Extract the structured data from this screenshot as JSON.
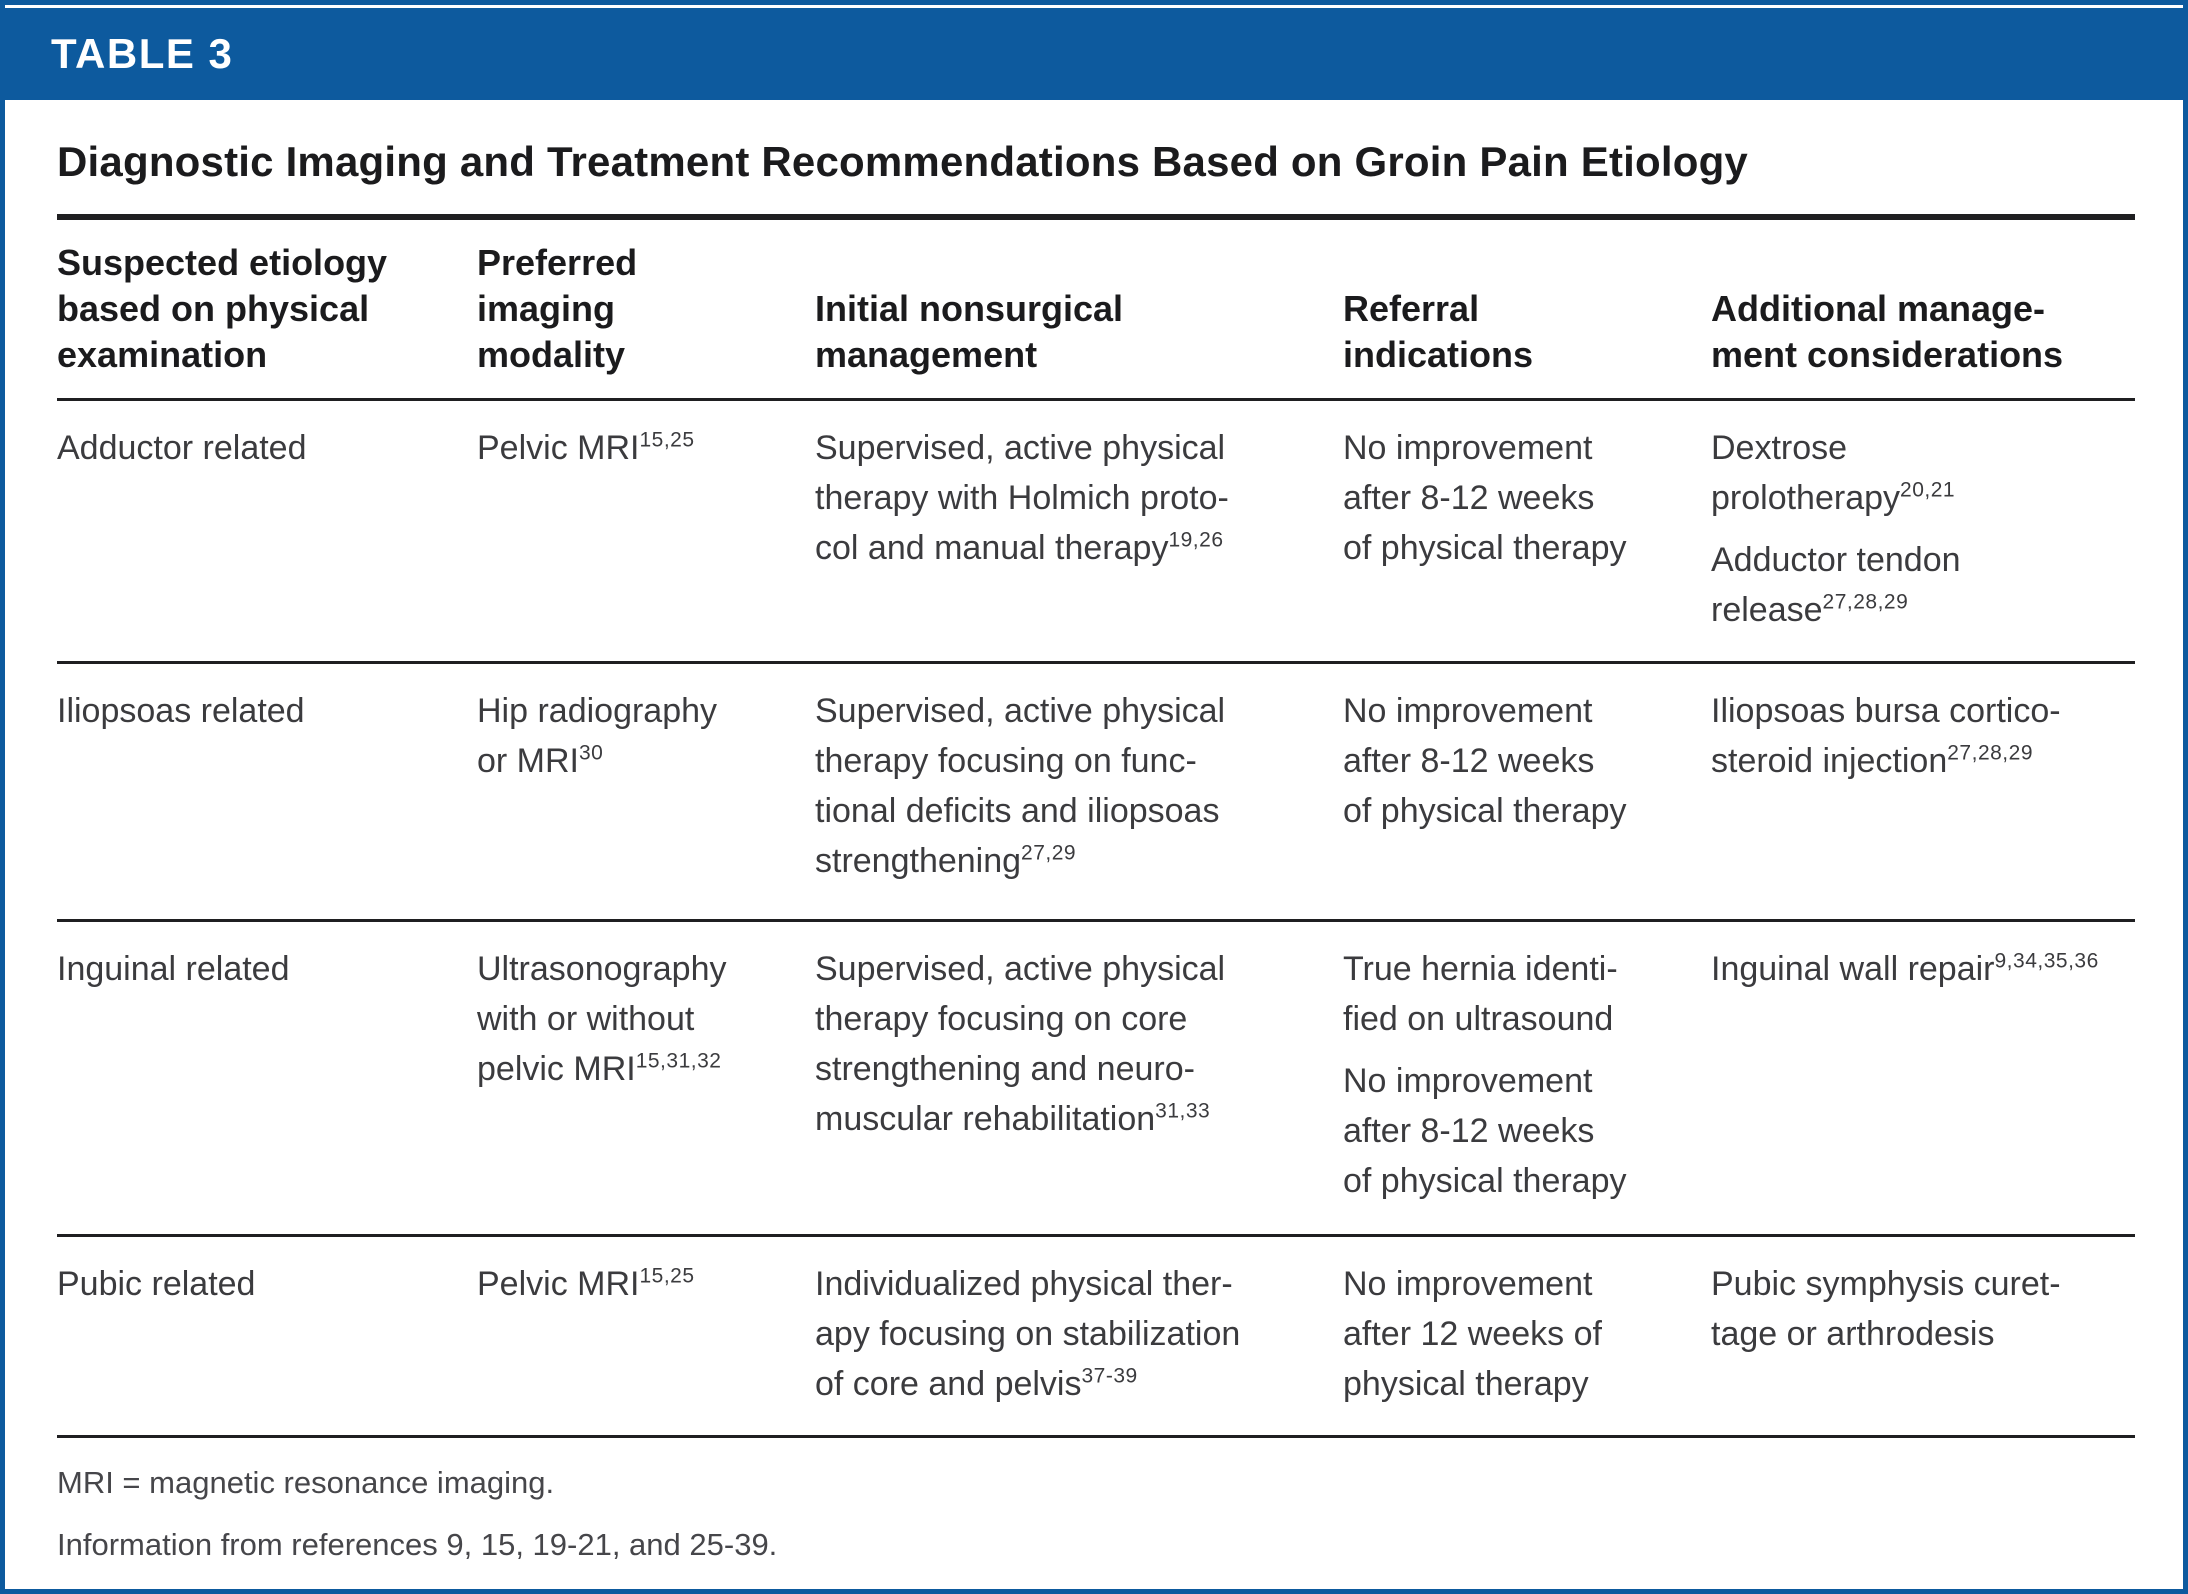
{
  "banner": {
    "label": "TABLE 3"
  },
  "title": "Diagnostic Imaging and Treatment Recommendations Based on Groin Pain Etiology",
  "colors": {
    "banner_blue": "#0d5a9e",
    "rule_black": "#1f1f21",
    "body_text": "#3b3b3e"
  },
  "table": {
    "headers": [
      [
        [
          {
            "text": "Suspected etiology"
          },
          {
            "br": true
          },
          {
            "text": "based on physical"
          },
          {
            "br": true
          },
          {
            "text": "examination"
          }
        ]
      ],
      [
        [
          {
            "text": "Preferred"
          },
          {
            "br": true
          },
          {
            "text": "imaging"
          },
          {
            "br": true
          },
          {
            "text": "modality"
          }
        ]
      ],
      [
        [
          {
            "text": "Initial nonsurgical"
          },
          {
            "br": true
          },
          {
            "text": "management"
          }
        ]
      ],
      [
        [
          {
            "text": "Referral"
          },
          {
            "br": true
          },
          {
            "text": "indications"
          }
        ]
      ],
      [
        [
          {
            "text": "Additional manage-"
          },
          {
            "br": true
          },
          {
            "text": "ment considerations"
          }
        ]
      ]
    ],
    "rows": [
      {
        "cells": [
          [
            [
              {
                "text": "Adductor related"
              }
            ]
          ],
          [
            [
              {
                "text": "Pelvic MRI"
              },
              {
                "sup": "15,25"
              }
            ]
          ],
          [
            [
              {
                "text": "Supervised, active physical"
              },
              {
                "br": true
              },
              {
                "text": "therapy with Holmich proto-"
              },
              {
                "br": true
              },
              {
                "text": "col and manual therapy"
              },
              {
                "sup": "19,26"
              }
            ]
          ],
          [
            [
              {
                "text": "No improvement"
              },
              {
                "br": true
              },
              {
                "text": "after 8-12 weeks"
              },
              {
                "br": true
              },
              {
                "text": "of physical therapy"
              }
            ]
          ],
          [
            [
              {
                "text": "Dextrose"
              },
              {
                "br": true
              },
              {
                "text": "prolotherapy"
              },
              {
                "sup": "20,21"
              }
            ],
            [
              {
                "text": "Adductor tendon"
              },
              {
                "br": true
              },
              {
                "text": "release"
              },
              {
                "sup": "27,28,29"
              }
            ]
          ]
        ]
      },
      {
        "cells": [
          [
            [
              {
                "text": "Iliopsoas related"
              }
            ]
          ],
          [
            [
              {
                "text": "Hip radiography"
              },
              {
                "br": true
              },
              {
                "text": "or MRI"
              },
              {
                "sup": "30"
              }
            ]
          ],
          [
            [
              {
                "text": "Supervised, active physical"
              },
              {
                "br": true
              },
              {
                "text": "therapy focusing on func-"
              },
              {
                "br": true
              },
              {
                "text": "tional deficits and iliopsoas"
              },
              {
                "br": true
              },
              {
                "text": "strengthening"
              },
              {
                "sup": "27,29"
              }
            ]
          ],
          [
            [
              {
                "text": "No improvement"
              },
              {
                "br": true
              },
              {
                "text": "after 8-12 weeks"
              },
              {
                "br": true
              },
              {
                "text": "of physical therapy"
              }
            ]
          ],
          [
            [
              {
                "text": "Iliopsoas bursa cortico-"
              },
              {
                "br": true
              },
              {
                "text": "steroid injection"
              },
              {
                "sup": "27,28,29"
              }
            ]
          ]
        ]
      },
      {
        "cells": [
          [
            [
              {
                "text": "Inguinal related"
              }
            ]
          ],
          [
            [
              {
                "text": "Ultrasonography"
              },
              {
                "br": true
              },
              {
                "text": "with or without"
              },
              {
                "br": true
              },
              {
                "text": "pelvic MRI"
              },
              {
                "sup": "15,31,32"
              }
            ]
          ],
          [
            [
              {
                "text": "Supervised, active physical"
              },
              {
                "br": true
              },
              {
                "text": "therapy focusing on core"
              },
              {
                "br": true
              },
              {
                "text": "strengthening and neuro-"
              },
              {
                "br": true
              },
              {
                "text": "muscular rehabilitation"
              },
              {
                "sup": "31,33"
              }
            ]
          ],
          [
            [
              {
                "text": "True hernia identi-"
              },
              {
                "br": true
              },
              {
                "text": "fied on ultrasound"
              }
            ],
            [
              {
                "text": "No improvement"
              },
              {
                "br": true
              },
              {
                "text": "after 8-12 weeks"
              },
              {
                "br": true
              },
              {
                "text": "of physical therapy"
              }
            ]
          ],
          [
            [
              {
                "text": "Inguinal wall repair"
              },
              {
                "sup": "9,34,35,36"
              }
            ]
          ]
        ]
      },
      {
        "cells": [
          [
            [
              {
                "text": "Pubic related"
              }
            ]
          ],
          [
            [
              {
                "text": "Pelvic MRI"
              },
              {
                "sup": "15,25"
              }
            ]
          ],
          [
            [
              {
                "text": "Individualized physical ther-"
              },
              {
                "br": true
              },
              {
                "text": "apy focusing on stabilization"
              },
              {
                "br": true
              },
              {
                "text": "of core and pelvis"
              },
              {
                "sup": "37-39"
              }
            ]
          ],
          [
            [
              {
                "text": "No improvement"
              },
              {
                "br": true
              },
              {
                "text": "after 12 weeks of"
              },
              {
                "br": true
              },
              {
                "text": "physical therapy"
              }
            ]
          ],
          [
            [
              {
                "text": "Pubic symphysis curet-"
              },
              {
                "br": true
              },
              {
                "text": "tage or arthrodesis"
              }
            ]
          ]
        ]
      }
    ]
  },
  "footnotes": [
    "MRI = magnetic resonance imaging.",
    "Information from references 9, 15, 19-21, and 25-39."
  ]
}
